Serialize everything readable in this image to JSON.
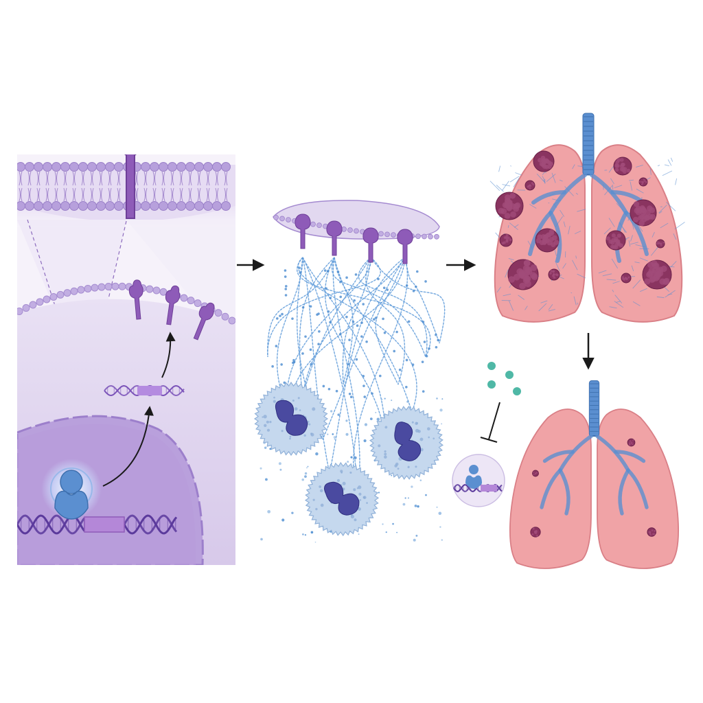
{
  "figure": {
    "title": "",
    "panels": [
      {
        "id": "cell-membrane-expression",
        "label": ""
      },
      {
        "id": "net-formation",
        "label": ""
      },
      {
        "id": "lung-metastasis",
        "label": ""
      },
      {
        "id": "inhibited-metastasis",
        "label": ""
      }
    ]
  },
  "palette": {
    "membrane_purple": "#b9a3d8",
    "cell_purple": "#d9cdeb",
    "nucleus_purple": "#b49ad6",
    "receptor_purple": "#8e5bb8",
    "dna_purple": "#5b3a9c",
    "transcription_blue": "#5b8fd0",
    "net_blue": "#4a8bd0",
    "neutrophil_fill": "#c5d8ee",
    "neutrophil_nucleus": "#4a4aa0",
    "lung_pink": "#f0a3a6",
    "lung_edge": "#d97f86",
    "tumor_maroon": "#8a3460",
    "trachea_blue": "#5b8fd0",
    "inhibitor_teal": "#4fb8a6",
    "arrow_black": "#1a1a1a"
  },
  "icons": {
    "receptor": "receptor-icon",
    "dna": "dna-helix-icon",
    "neutrophil": "neutrophil-icon",
    "lung": "lung-icon",
    "tumor": "tumor-nodule-icon",
    "inhibitor": "inhibitor-molecule-icon"
  }
}
